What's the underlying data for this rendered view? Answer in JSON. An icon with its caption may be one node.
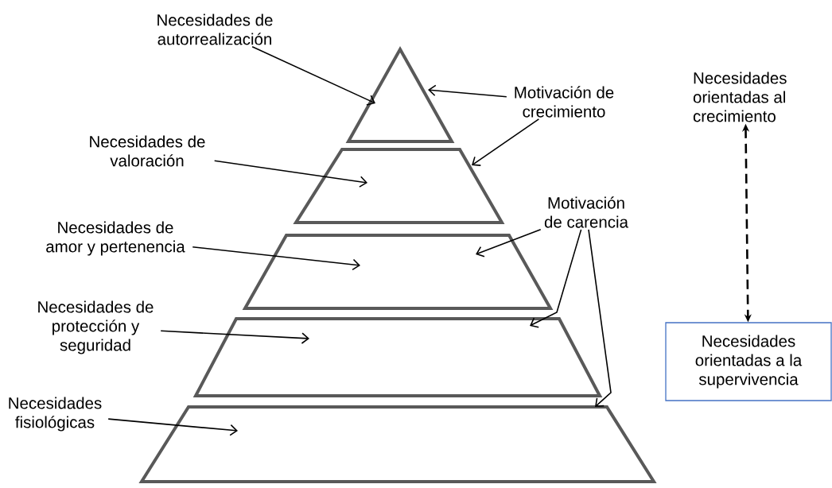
{
  "diagram": {
    "nodes": [
      {
        "text": [
          "Necesidades de autorrealización"
        ]
      },
      {
        "text": [
          "Necesidades de valoración"
        ]
      },
      {
        "text": [
          "Necesidades de amor y pertenencia"
        ]
      },
      {
        "text": [
          "Necesidades de protección y seguridad"
        ]
      },
      {
        "text": [
          "Necesidades fisiológicas"
        ]
      },
      {
        "text": [
          "Motivación de crecimiento"
        ]
      },
      {
        "text": [
          "Motivación de carencia"
        ]
      },
      {
        "text": [
          "Necesidades orientadas al crecimiento"
        ]
      },
      {
        "text": [
          "Necesidades orientadas a la supervivencia"
        ]
      },
      {
        "text": [],
        "shape": "triangle"
      },
      {
        "text": [],
        "shape": "trapezoid"
      },
      {
        "text": [],
        "shape": "trapezoid"
      },
      {
        "text": [],
        "shape": "trapezoid"
      },
      {
        "text": [],
        "shape": "trapezoid"
      }
    ],
    "edges": [
      {
        "from": 0,
        "to": 9,
        "arrow": "to"
      },
      {
        "from": 1,
        "to": 10,
        "arrow": "to"
      },
      {
        "from": 2,
        "to": 11,
        "arrow": "to"
      },
      {
        "from": 3,
        "to": 12,
        "arrow": "to"
      },
      {
        "from": 4,
        "to": 13,
        "arrow": "to"
      },
      {
        "from": 5,
        "to": 9,
        "arrow": "to"
      },
      {
        "from": 5,
        "to": 10,
        "arrow": "to"
      },
      {
        "from": 6,
        "to": 11,
        "arrow": "to"
      },
      {
        "from": 6,
        "to": 12,
        "arrow": "to"
      },
      {
        "from": 6,
        "to": 13,
        "arrow": "to"
      },
      {
        "from": 7,
        "to": 8,
        "arrow": "both",
        "style": "dashed"
      }
    ]
  }
}
